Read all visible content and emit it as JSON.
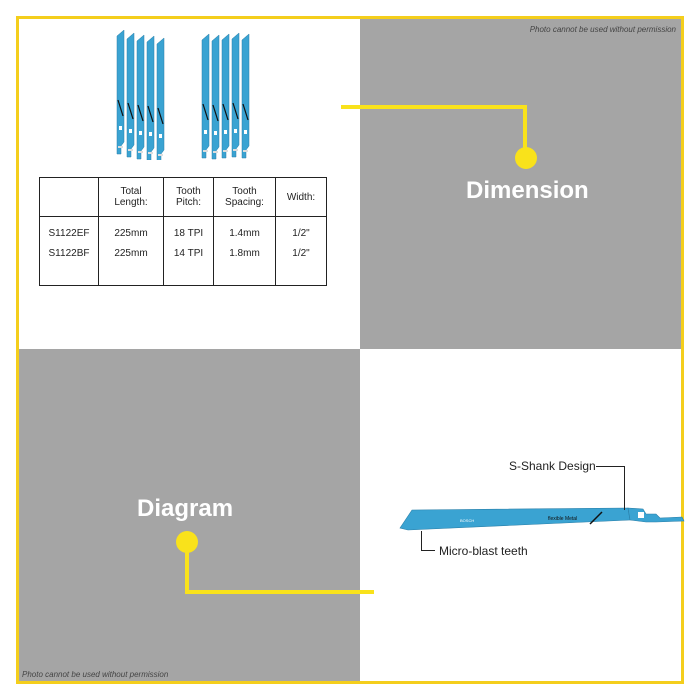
{
  "notices": {
    "top": "Photo cannot be used without permission",
    "bottom": "Photo cannot be used without permission"
  },
  "labels": {
    "dimension": "Dimension",
    "diagram": "Diagram"
  },
  "spec_table": {
    "headers": [
      {
        "line1": "",
        "line2": ""
      },
      {
        "line1": "Total",
        "line2": "Length:"
      },
      {
        "line1": "Tooth",
        "line2": "Pitch:"
      },
      {
        "line1": "Tooth",
        "line2": "Spacing:"
      },
      {
        "line1": "Width:",
        "line2": ""
      }
    ],
    "rows": [
      [
        "S1122EF",
        "225mm",
        "18 TPI",
        "1.4mm",
        "1/2\""
      ],
      [
        "S1122BF",
        "225mm",
        "14 TPI",
        "1.8mm",
        "1/2\""
      ]
    ]
  },
  "diagram": {
    "shank_label": "S-Shank Design",
    "teeth_label": "Micro-blast teeth",
    "blade_text": "flexible Metal"
  },
  "colors": {
    "frame": "#f4ce1c",
    "connector": "#f9e21b",
    "grey_panel": "#a5a5a5",
    "blade": "#3aa3d2"
  }
}
